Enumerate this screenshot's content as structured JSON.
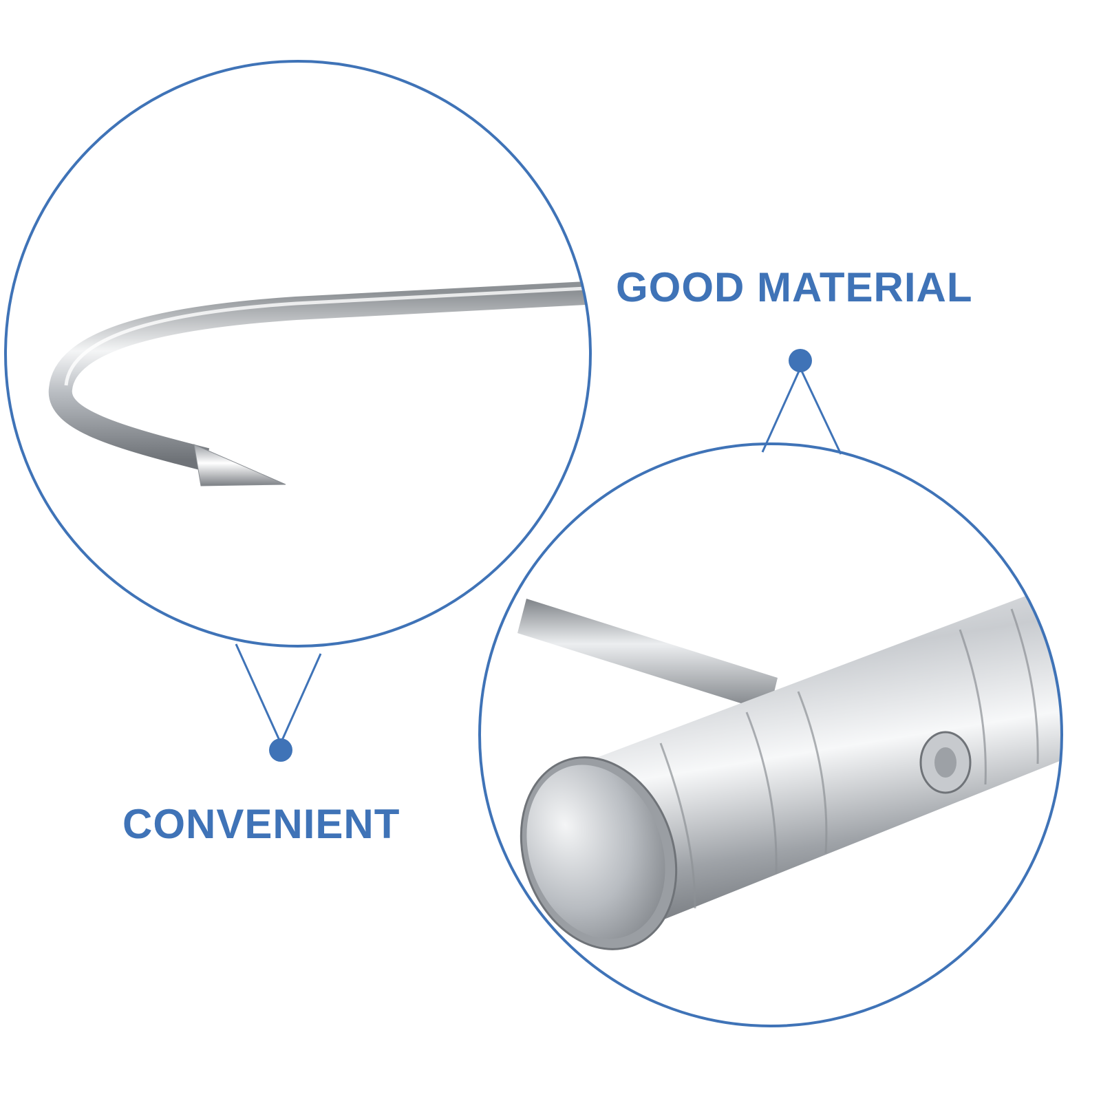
{
  "labels": {
    "top_right": "GOOD MATERIAL",
    "bottom_left": "CONVENIENT"
  },
  "colors": {
    "accent": "#3f73b7",
    "background": "#ffffff",
    "metal_light": "#eef0f2",
    "metal_mid": "#b9bdc2",
    "metal_dark": "#6f7378"
  },
  "images": {
    "top_left_circle": "hook-tip-closeup",
    "bottom_right_circle": "t-handle-closeup"
  }
}
